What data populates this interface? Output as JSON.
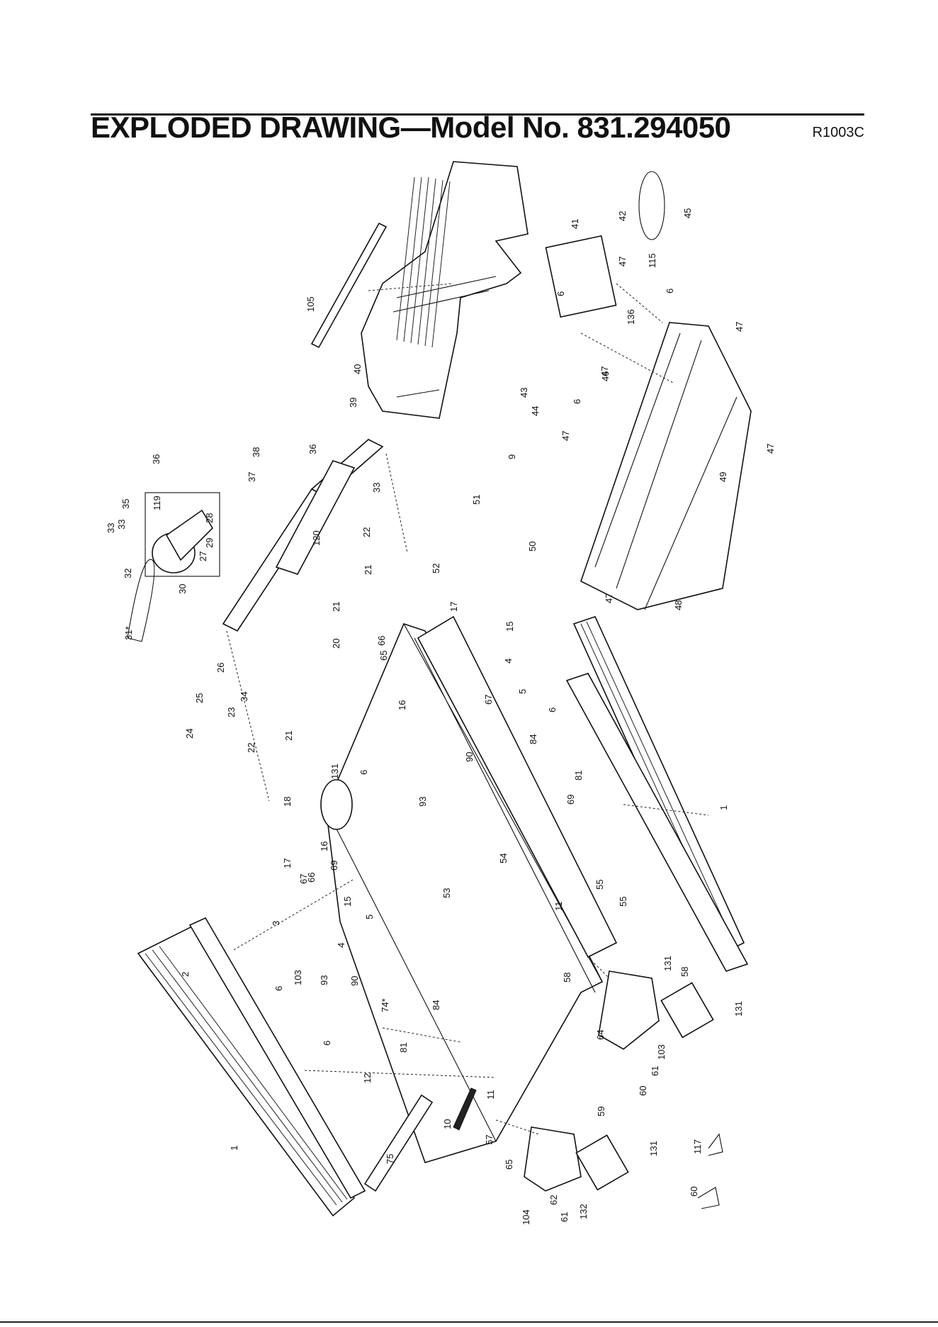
{
  "header": {
    "title": "EXPLODED DRAWING—Model No. 831.294050",
    "revision": "R1003C"
  },
  "callouts": [
    "1",
    "1",
    "2",
    "3",
    "4",
    "4",
    "5",
    "5",
    "6",
    "6",
    "6",
    "6",
    "6",
    "6",
    "6",
    "9",
    "10",
    "11",
    "11",
    "12",
    "15",
    "15",
    "16",
    "16",
    "17",
    "17",
    "18",
    "20",
    "21",
    "21",
    "21",
    "22",
    "22",
    "23",
    "24",
    "25",
    "26",
    "27",
    "28",
    "29",
    "30",
    "31*",
    "32",
    "33",
    "33",
    "33",
    "34",
    "35",
    "36",
    "36",
    "37",
    "38",
    "39",
    "40",
    "41",
    "42",
    "43",
    "44",
    "45",
    "46",
    "47",
    "47",
    "47",
    "47",
    "47",
    "47",
    "48",
    "49",
    "50",
    "51",
    "52",
    "53",
    "54",
    "55",
    "55",
    "57",
    "58",
    "58",
    "59",
    "60",
    "60",
    "61",
    "61",
    "62",
    "64",
    "65",
    "65",
    "66",
    "66",
    "67",
    "67",
    "69",
    "69",
    "74*",
    "75",
    "81",
    "81",
    "84",
    "84",
    "90",
    "90",
    "93",
    "93",
    "103",
    "103",
    "104",
    "105",
    "115",
    "117",
    "119",
    "120",
    "131",
    "131",
    "131",
    "131",
    "132",
    "136"
  ]
}
